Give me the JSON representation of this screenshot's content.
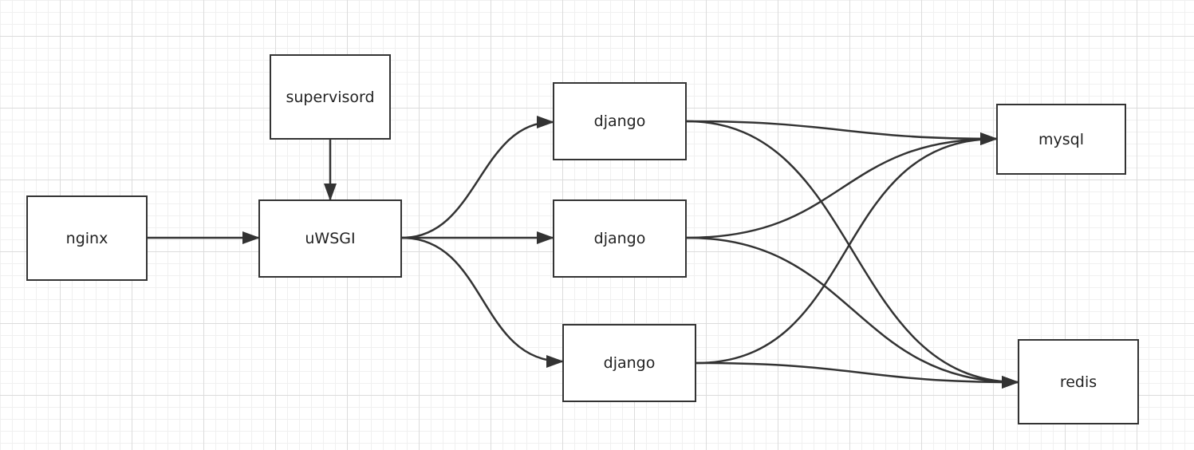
{
  "nodes": {
    "supervisord": "supervisord",
    "nginx": "nginx",
    "uwsgi": "uWSGI",
    "django_1": "django",
    "django_2": "django",
    "django_3": "django",
    "mysql": "mysql",
    "redis": "redis"
  },
  "edges": [
    {
      "from": "supervisord",
      "to": "uwsgi"
    },
    {
      "from": "nginx",
      "to": "uwsgi"
    },
    {
      "from": "uwsgi",
      "to": "django_1"
    },
    {
      "from": "uwsgi",
      "to": "django_2"
    },
    {
      "from": "uwsgi",
      "to": "django_3"
    },
    {
      "from": "django_1",
      "to": "mysql"
    },
    {
      "from": "django_1",
      "to": "redis"
    },
    {
      "from": "django_2",
      "to": "mysql"
    },
    {
      "from": "django_2",
      "to": "redis"
    },
    {
      "from": "django_3",
      "to": "mysql"
    },
    {
      "from": "django_3",
      "to": "redis"
    }
  ],
  "colors": {
    "stroke": "#333333",
    "text": "#222222",
    "background": "#ffffff",
    "grid": "#dcdcdc"
  }
}
